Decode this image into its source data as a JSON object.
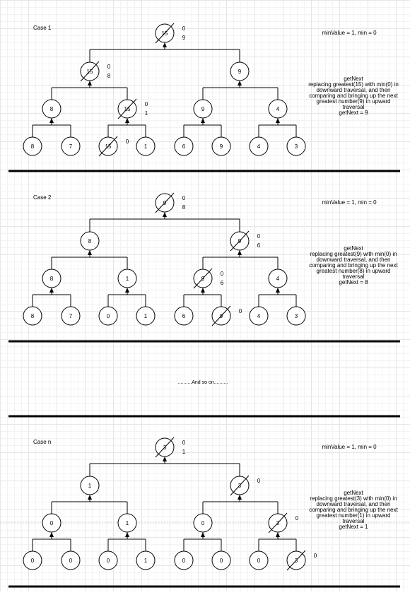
{
  "separator_text": "..........And so on..........",
  "cases": [
    {
      "title": "Case 1",
      "status": "minValue = 1, min = 0",
      "description": [
        "getNext",
        "replacing greatest(15) with min(0) in",
        "downward traversal, and then",
        "comparing and bringing up the next",
        "greatest number(9) in upward",
        "traversal",
        "getNext = 9"
      ],
      "nodes": [
        {
          "id": "root",
          "value": "15",
          "struck": true,
          "note": [
            "0",
            "9"
          ]
        },
        {
          "id": "l",
          "value": "15",
          "struck": true,
          "note": [
            "0",
            "8"
          ]
        },
        {
          "id": "r",
          "value": "9",
          "struck": false,
          "note": []
        },
        {
          "id": "ll",
          "value": "8",
          "struck": false,
          "note": []
        },
        {
          "id": "lr",
          "value": "15",
          "struck": true,
          "note": [
            "0",
            "1"
          ]
        },
        {
          "id": "rl",
          "value": "9",
          "struck": false,
          "note": []
        },
        {
          "id": "rr",
          "value": "4",
          "struck": false,
          "note": []
        },
        {
          "id": "lll",
          "value": "8",
          "struck": false,
          "note": []
        },
        {
          "id": "llr",
          "value": "7",
          "struck": false,
          "note": []
        },
        {
          "id": "lrl",
          "value": "15",
          "struck": true,
          "note": [
            "0"
          ]
        },
        {
          "id": "lrr",
          "value": "1",
          "struck": false,
          "note": []
        },
        {
          "id": "rll",
          "value": "6",
          "struck": false,
          "note": []
        },
        {
          "id": "rlr",
          "value": "9",
          "struck": false,
          "note": []
        },
        {
          "id": "rrl",
          "value": "4",
          "struck": false,
          "note": []
        },
        {
          "id": "rrr",
          "value": "3",
          "struck": false,
          "note": []
        }
      ]
    },
    {
      "title": "Case 2",
      "status": "minValue = 1, min = 0",
      "description": [
        "getNext",
        "replacing greatest(9) with min(0) in",
        "downward traversal, and then",
        "comparing and bringing up the next",
        "greatest number(8) in upward",
        "traversal",
        "getNext = 8"
      ],
      "nodes": [
        {
          "id": "root",
          "value": "9",
          "struck": true,
          "note": [
            "0",
            "8"
          ]
        },
        {
          "id": "l",
          "value": "8",
          "struck": false,
          "note": []
        },
        {
          "id": "r",
          "value": "9",
          "struck": true,
          "note": [
            "0",
            "6"
          ]
        },
        {
          "id": "ll",
          "value": "8",
          "struck": false,
          "note": []
        },
        {
          "id": "lr",
          "value": "1",
          "struck": false,
          "note": []
        },
        {
          "id": "rl",
          "value": "9",
          "struck": true,
          "note": [
            "0",
            "6"
          ]
        },
        {
          "id": "rr",
          "value": "4",
          "struck": false,
          "note": []
        },
        {
          "id": "lll",
          "value": "8",
          "struck": false,
          "note": []
        },
        {
          "id": "llr",
          "value": "7",
          "struck": false,
          "note": []
        },
        {
          "id": "lrl",
          "value": "0",
          "struck": false,
          "note": []
        },
        {
          "id": "lrr",
          "value": "1",
          "struck": false,
          "note": []
        },
        {
          "id": "rll",
          "value": "6",
          "struck": false,
          "note": []
        },
        {
          "id": "rlr",
          "value": "9",
          "struck": true,
          "note": [
            "0"
          ]
        },
        {
          "id": "rrl",
          "value": "4",
          "struck": false,
          "note": []
        },
        {
          "id": "rrr",
          "value": "3",
          "struck": false,
          "note": []
        }
      ]
    },
    {
      "title": "Case n",
      "status": "minValue = 1, min = 0",
      "description": [
        "getNext",
        "replacing greatest(3) with min(0) in",
        "downward traversal, and then",
        "comparing and bringing up the next",
        "greatest number(1) in upward",
        "traversal",
        "getNext = 1"
      ],
      "nodes": [
        {
          "id": "root",
          "value": "3",
          "struck": true,
          "note": [
            "0",
            "1"
          ]
        },
        {
          "id": "l",
          "value": "1",
          "struck": false,
          "note": []
        },
        {
          "id": "r",
          "value": "3",
          "struck": true,
          "note": [
            "0"
          ]
        },
        {
          "id": "ll",
          "value": "0",
          "struck": false,
          "note": []
        },
        {
          "id": "lr",
          "value": "1",
          "struck": false,
          "note": []
        },
        {
          "id": "rl",
          "value": "0",
          "struck": false,
          "note": []
        },
        {
          "id": "rr",
          "value": "3",
          "struck": true,
          "note": [
            "0"
          ]
        },
        {
          "id": "lll",
          "value": "0",
          "struck": false,
          "note": []
        },
        {
          "id": "llr",
          "value": "0",
          "struck": false,
          "note": []
        },
        {
          "id": "lrl",
          "value": "0",
          "struck": false,
          "note": []
        },
        {
          "id": "lrr",
          "value": "1",
          "struck": false,
          "note": []
        },
        {
          "id": "rll",
          "value": "0",
          "struck": false,
          "note": []
        },
        {
          "id": "rlr",
          "value": "0",
          "struck": false,
          "note": []
        },
        {
          "id": "rrl",
          "value": "0",
          "struck": false,
          "note": []
        },
        {
          "id": "rrr",
          "value": "3",
          "struck": true,
          "note": [
            "0"
          ]
        }
      ]
    }
  ]
}
